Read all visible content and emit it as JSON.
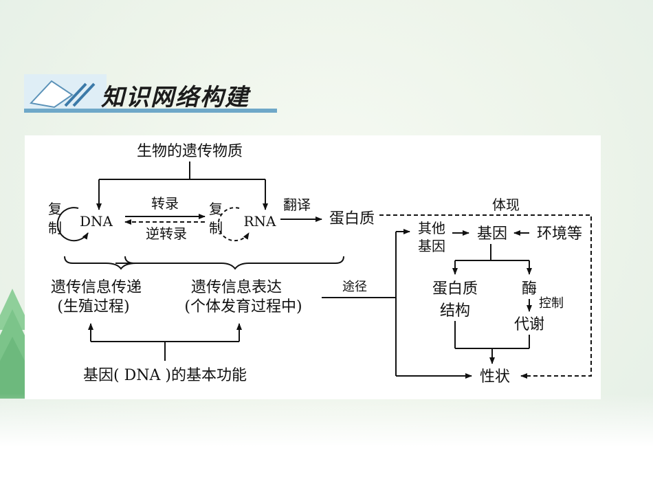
{
  "header": {
    "title": "知识网络构建"
  },
  "diagram": {
    "genetic_material": "生物的遗传物质",
    "dna": "DNA",
    "rna": "RNA",
    "replication_top": "复",
    "replication_bottom": "制",
    "transcription": "转录",
    "reverse_transcription": "逆转录",
    "translation": "翻译",
    "protein": "蛋白质",
    "embody": "体现",
    "other_genes_1": "其他",
    "other_genes_2": "基因",
    "gene": "基因",
    "environment": "环境等",
    "transmission_1": "遗传信息传递",
    "transmission_2": "(生殖过程)",
    "expression_1": "遗传信息表达",
    "expression_2": "(个体发育过程中)",
    "pathway": "途径",
    "protein_structure_1": "蛋白质",
    "protein_structure_2": "结构",
    "enzyme": "酶",
    "control": "控制",
    "metabolism": "代谢",
    "trait": "性状",
    "basic_function": "基因( DNA )的基本功能"
  }
}
